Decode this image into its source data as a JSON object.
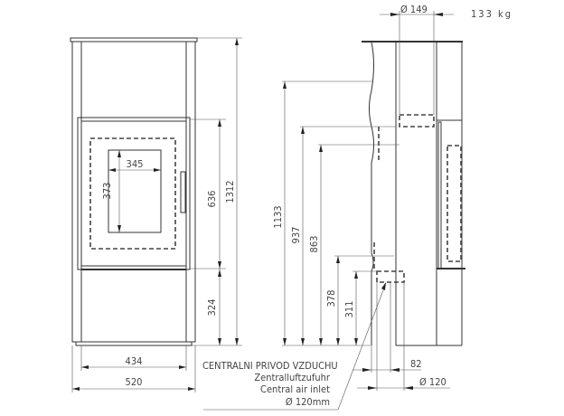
{
  "weight": "133 kg",
  "front_view": {
    "glass_width": "345",
    "glass_height": "373",
    "door_height": "636",
    "total_height": "1312",
    "base_height": "324",
    "inner_width": "434",
    "total_width": "520"
  },
  "side_view": {
    "flue_diameter": "Ø 149",
    "flue_height": "1133",
    "heights": [
      "937",
      "863",
      "378",
      "311"
    ],
    "inlet_offset": "82",
    "inlet_diameter": "Ø 120"
  },
  "air_inlet_note": {
    "cz": "CENTRALNI PRIVOD VZDUCHU",
    "de": "Zentralluftzufuhr",
    "en": "Central air inlet",
    "size": "Ø 120mm"
  }
}
